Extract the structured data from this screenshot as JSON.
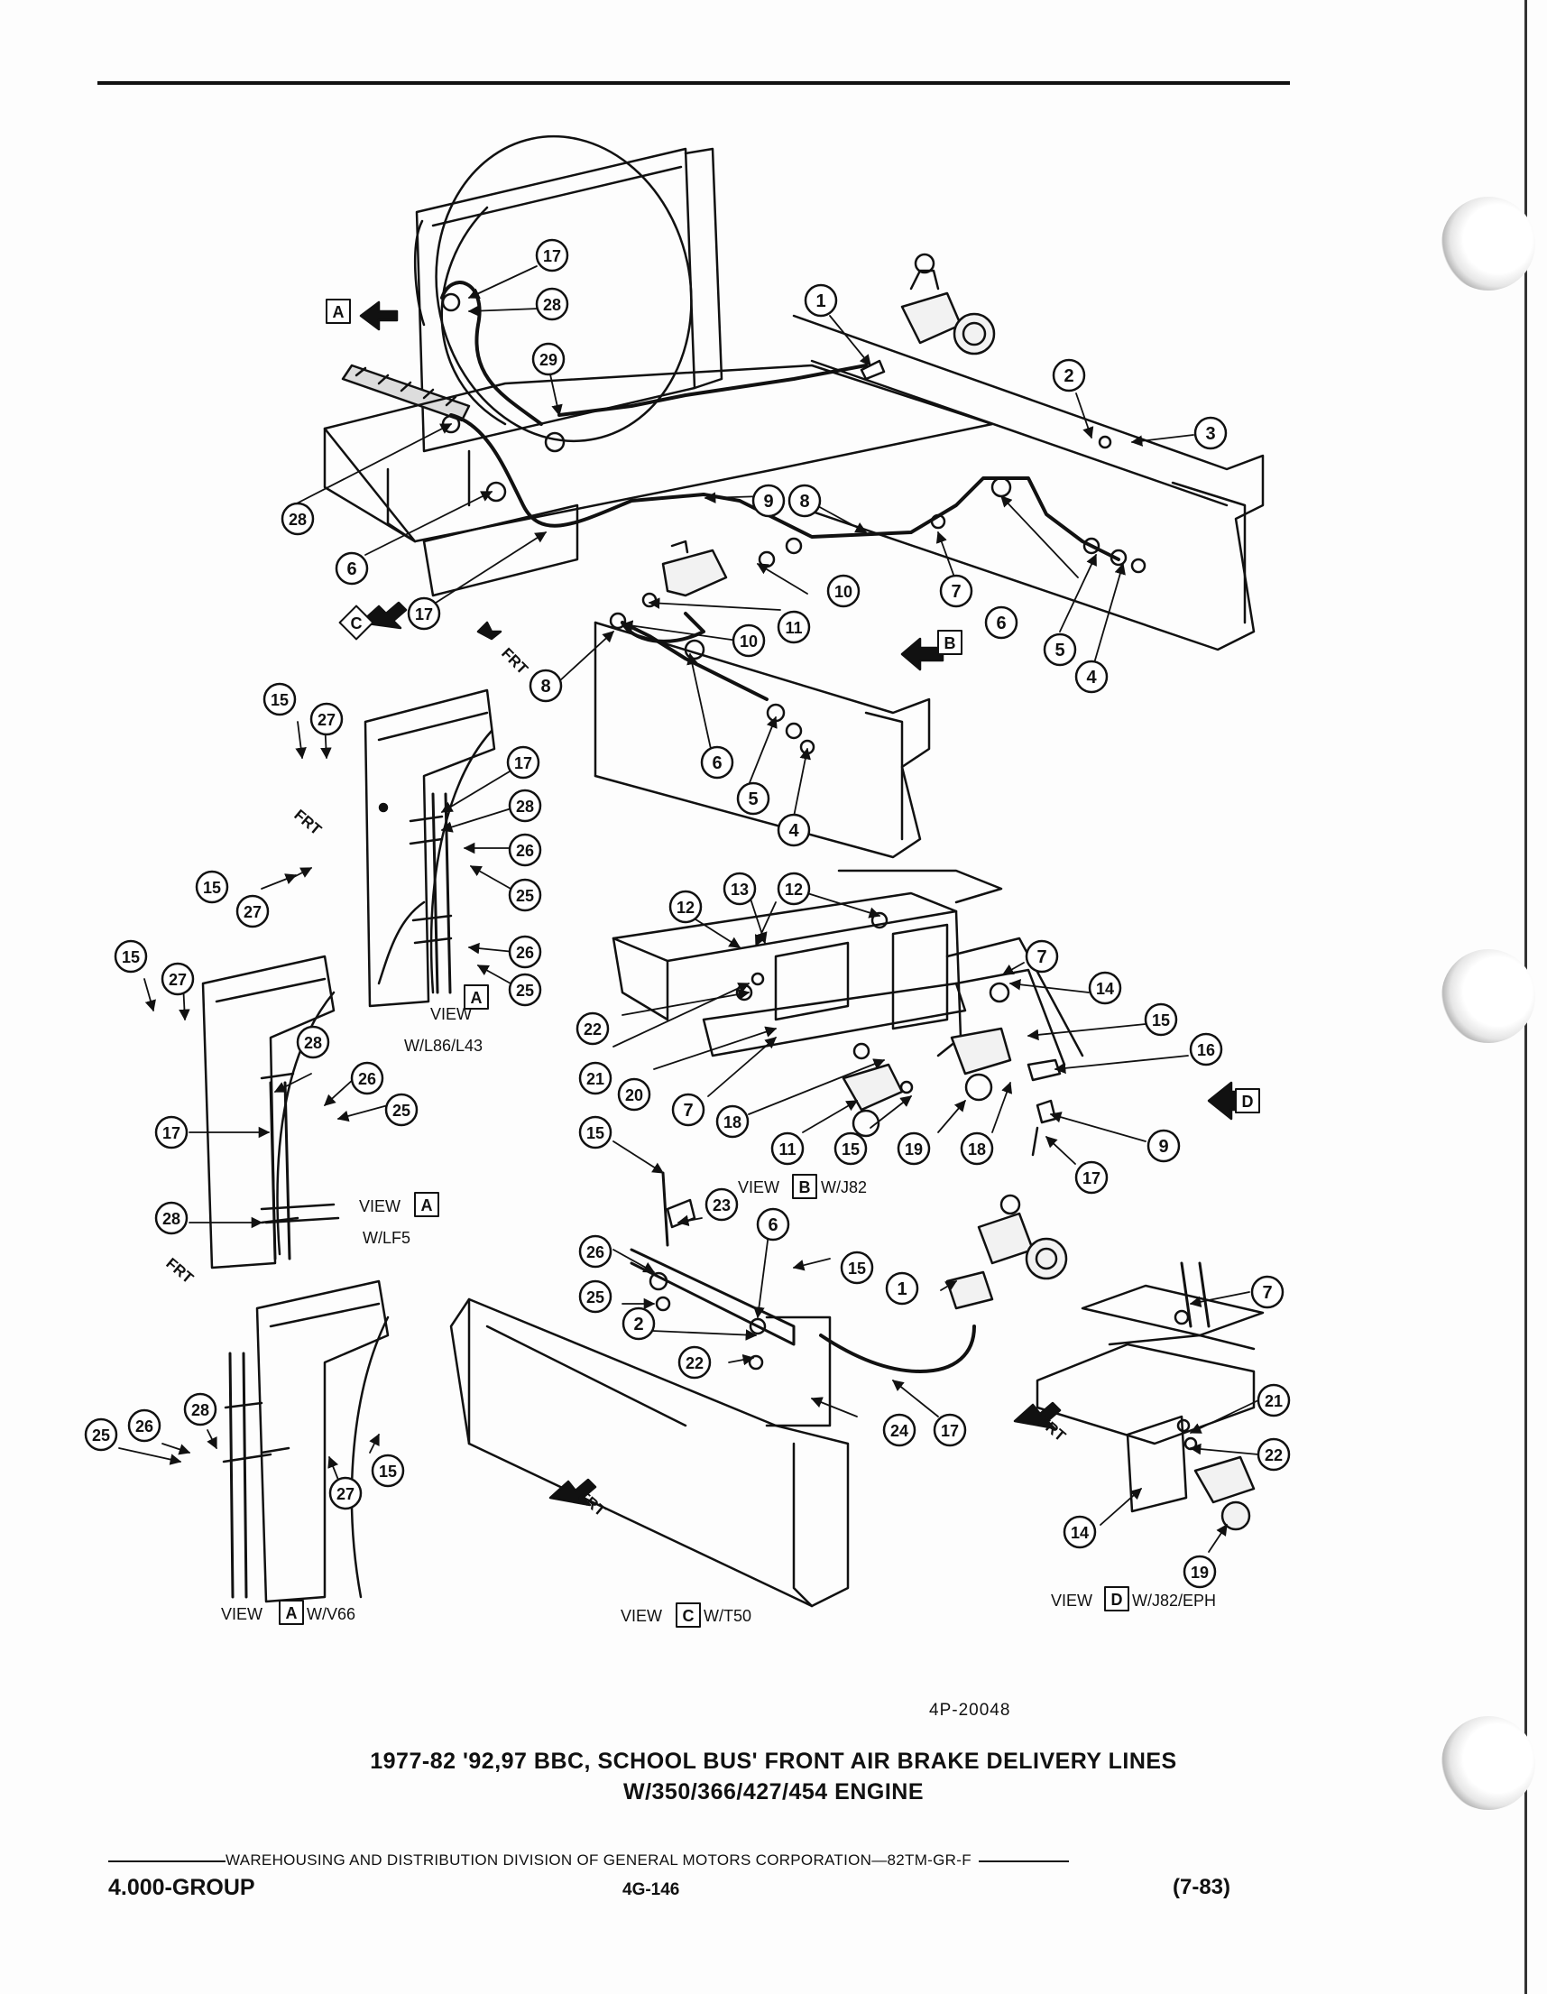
{
  "figure": {
    "ref": "4P-20048",
    "title_line1": "1977-82 '92,97 BBC, SCHOOL BUS' FRONT AIR BRAKE DELIVERY LINES",
    "title_line2": "W/350/366/427/454 ENGINE"
  },
  "footer": {
    "division": "WAREHOUSING AND DISTRIBUTION DIVISION OF GENERAL MOTORS CORPORATION—82TM-GR-F",
    "group": "4.000-GROUP",
    "page": "4G-146",
    "date": "(7-83)"
  },
  "diagram": {
    "callouts": [
      "17",
      "28",
      "29",
      "1",
      "2",
      "3",
      "28",
      "6",
      "17",
      "9",
      "8",
      "10",
      "11",
      "10",
      "7",
      "6",
      "5",
      "4",
      "8",
      "6",
      "5",
      "4",
      "15",
      "27",
      "17",
      "28",
      "26",
      "25",
      "26",
      "25",
      "15",
      "27",
      "15",
      "27",
      "28",
      "26",
      "25",
      "17",
      "28",
      "12",
      "13",
      "12",
      "7",
      "14",
      "15",
      "16",
      "22",
      "21",
      "20",
      "7",
      "18",
      "11",
      "15",
      "19",
      "18",
      "9",
      "17",
      "15",
      "23",
      "6",
      "26",
      "25",
      "2",
      "22",
      "15",
      "1",
      "24",
      "17",
      "7",
      "21",
      "22",
      "14",
      "19",
      "25",
      "26",
      "28",
      "27",
      "15"
    ],
    "view_letters": [
      "A",
      "C",
      "B",
      "A",
      "A",
      "B",
      "D",
      "C",
      "D",
      "A"
    ],
    "labels": {
      "frt": "FRT",
      "view_word": "VIEW",
      "view_a_l86": "W/L86/L43",
      "view_a_lf5": "W/LF5",
      "view_b": "W/J82",
      "view_a_v66": "W/V66",
      "view_c": "W/T50",
      "view_d": "W/J82/EPH"
    }
  }
}
